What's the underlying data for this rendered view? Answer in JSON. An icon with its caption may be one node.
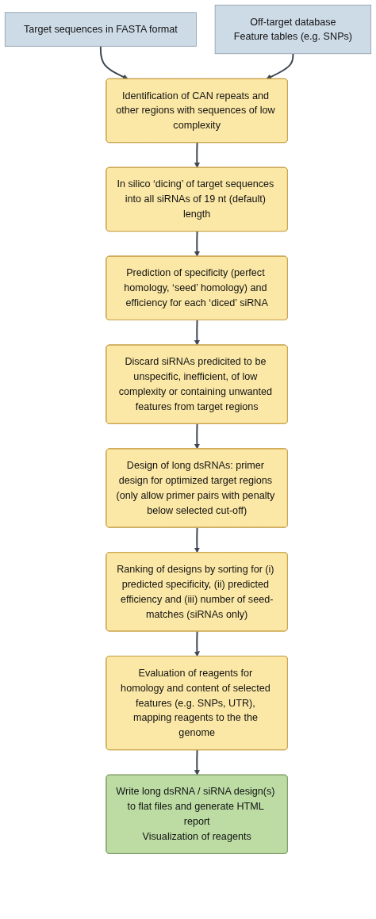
{
  "diagram": {
    "nodes": [
      {
        "text": [
          "Target sequences in FASTA format"
        ]
      },
      {
        "text": [
          "Off-target database",
          "Feature tables (e.g. SNPs)"
        ]
      },
      {
        "text": [
          "Identification of CAN repeats and other regions with sequences of low complexity"
        ]
      },
      {
        "text": [
          "In silico ‘dicing’ of target sequences into all siRNAs of 19 nt (default) length"
        ]
      },
      {
        "text": [
          "Prediction of specificity (perfect homology, ‘seed’ homology) and efficiency for each ‘diced’ siRNA"
        ]
      },
      {
        "text": [
          "Discard siRNAs predicited to be unspecific, inefficient, of low complexity or containing unwanted features from target regions"
        ]
      },
      {
        "text": [
          "Design of long dsRNAs: primer design for optimized target regions (only allow primer pairs with penalty below selected cut-off)"
        ]
      },
      {
        "text": [
          "Ranking of designs by sorting for (i) predicted specificity, (ii) predicted efficiency and (iii) number of seed-matches (siRNAs only)"
        ]
      },
      {
        "text": [
          "Evaluation of reagents for homology and content of selected features (e.g. SNPs, UTR), mapping reagents to the the genome"
        ]
      },
      {
        "text": [
          "Write long dsRNA / siRNA design(s) to flat files and generate HTML report",
          "Visualization of reagents"
        ]
      }
    ],
    "edges": [
      {
        "from": 0,
        "to": 2,
        "arrow": "to"
      },
      {
        "from": 1,
        "to": 2,
        "arrow": "to"
      },
      {
        "from": 2,
        "to": 3,
        "arrow": "to"
      },
      {
        "from": 3,
        "to": 4,
        "arrow": "to"
      },
      {
        "from": 4,
        "to": 5,
        "arrow": "to"
      },
      {
        "from": 5,
        "to": 6,
        "arrow": "to"
      },
      {
        "from": 6,
        "to": 7,
        "arrow": "to"
      },
      {
        "from": 7,
        "to": 8,
        "arrow": "to"
      },
      {
        "from": 8,
        "to": 9,
        "arrow": "to"
      }
    ]
  }
}
